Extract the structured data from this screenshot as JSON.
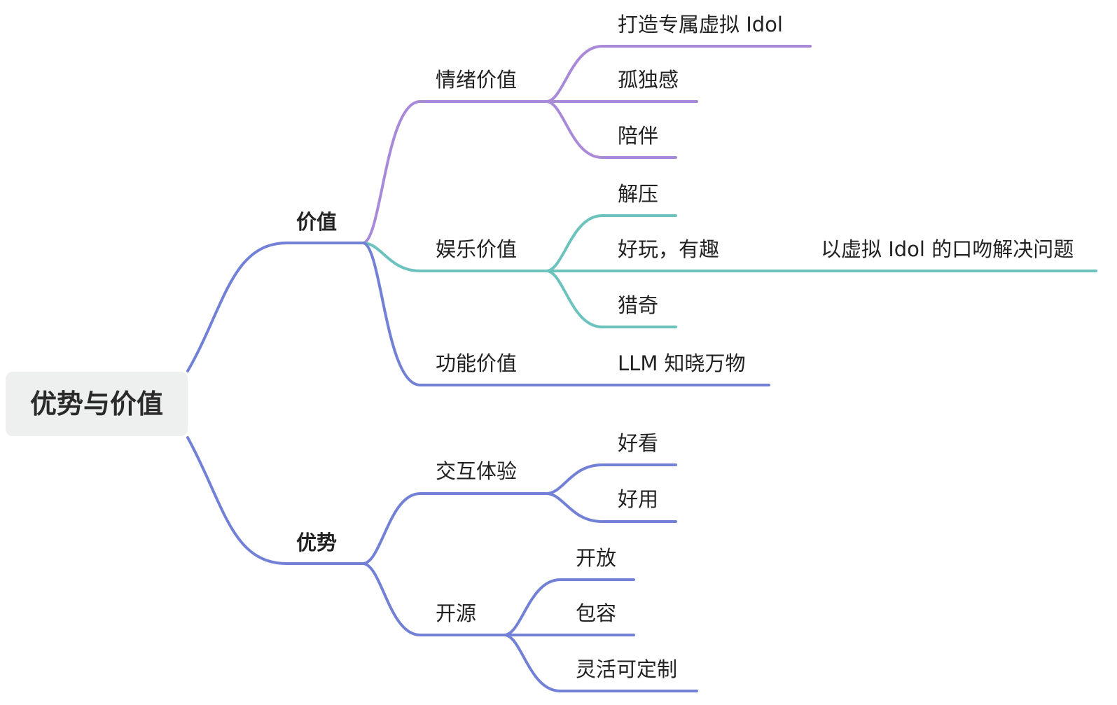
{
  "root": {
    "label": "优势与价值"
  },
  "colors": {
    "purple": "#a98ad9",
    "teal": "#6cc3be",
    "blue": "#7281d6"
  },
  "branches": [
    {
      "label": "价值",
      "children": [
        {
          "label": "情绪价值",
          "color": "purple",
          "children": [
            {
              "label": "打造专属虚拟 Idol"
            },
            {
              "label": "孤独感"
            },
            {
              "label": "陪伴"
            }
          ]
        },
        {
          "label": "娱乐价值",
          "color": "teal",
          "children": [
            {
              "label": "解压"
            },
            {
              "label": "好玩，有趣",
              "children": [
                {
                  "label": "以虚拟 Idol 的口吻解决问题"
                }
              ]
            },
            {
              "label": "猎奇"
            }
          ]
        },
        {
          "label": "功能价值",
          "color": "blue",
          "children": [
            {
              "label": "LLM 知晓万物"
            }
          ]
        }
      ]
    },
    {
      "label": "优势",
      "children": [
        {
          "label": "交互体验",
          "color": "blue",
          "children": [
            {
              "label": "好看"
            },
            {
              "label": "好用"
            }
          ]
        },
        {
          "label": "开源",
          "color": "blue",
          "children": [
            {
              "label": "开放"
            },
            {
              "label": "包容"
            },
            {
              "label": "灵活可定制"
            }
          ]
        }
      ]
    }
  ]
}
